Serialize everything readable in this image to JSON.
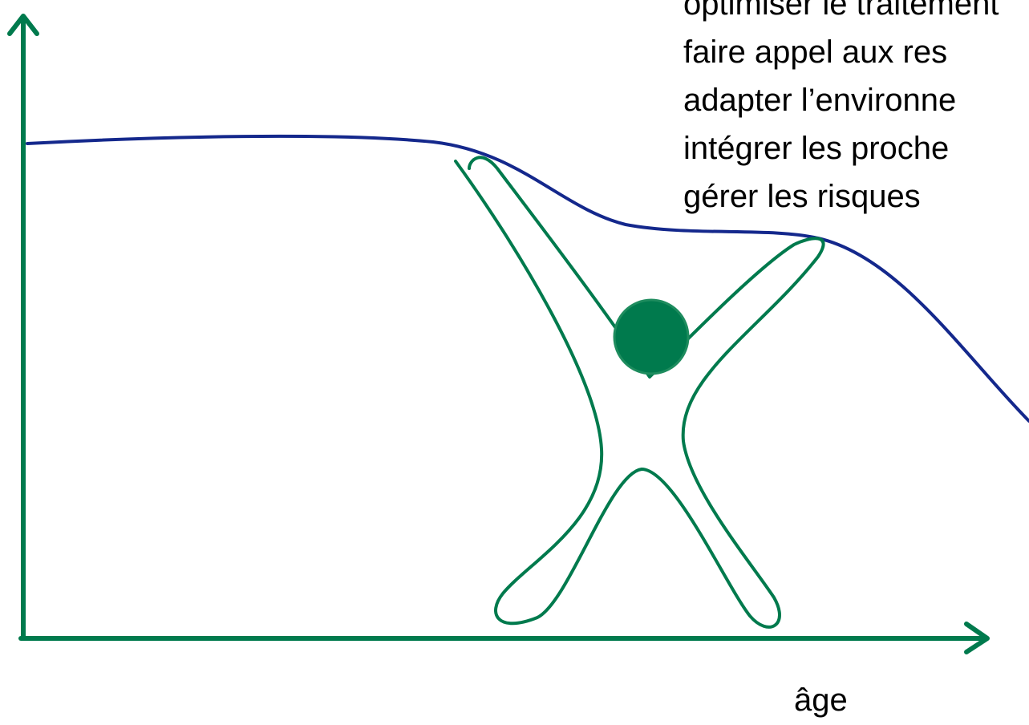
{
  "colors": {
    "axis": "#007a4d",
    "curve": "#14288c",
    "figure_outline": "#007a4d",
    "figure_head": "#007a4d",
    "text": "#000000"
  },
  "list": {
    "items": [
      "optimiser le traitement",
      "faire appel aux res",
      "adapter l’environne",
      "intégrer les proche",
      "gérer les risques"
    ]
  },
  "x_axis": {
    "label": "âge"
  },
  "icons": {
    "figure": "stick-person-icon"
  }
}
